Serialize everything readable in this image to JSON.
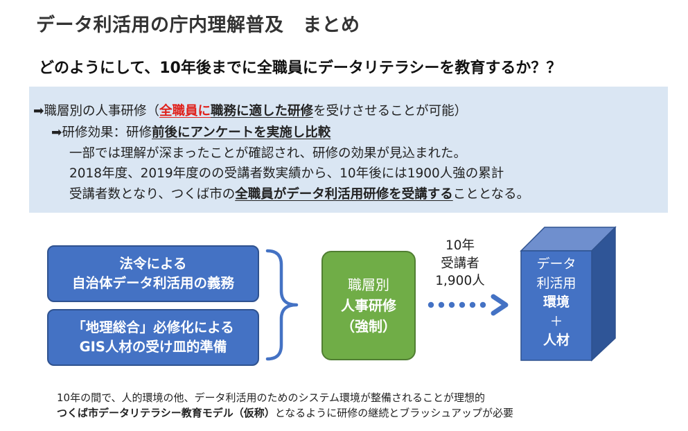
{
  "title": "データ利活用の庁内理解普及　まとめ",
  "question": "どのようにして、10年後までに全職員にデータリテラシーを教育するか？？",
  "panel": {
    "line1": {
      "arrow": "➡",
      "a": "職層別の人事研修（",
      "b": "全職員に",
      "c": "職務に適した研修",
      "d": "を受けさせることが可能）"
    },
    "line2": {
      "arrow": "➡",
      "a": "研修効果：研修",
      "b": "前後にアンケートを実施し比較"
    },
    "line3": "一部では理解が深まったことが確認され、研修の効果が見込まれた。",
    "line4": "2018年度、2019年度のの受講者数実績から、10年後には1900人強の累計",
    "line5": {
      "a": "受講者数となり、つくば市の",
      "b": "全職員がデータ利活用研修を受講する",
      "c": "こととなる。"
    }
  },
  "diagram": {
    "box1": {
      "line1": "法令による",
      "line2": "自治体データ利活用の義務"
    },
    "box2": {
      "line1": "「地理総合」必修化による",
      "line2": "GIS人材の受け皿的準備"
    },
    "center": {
      "line1": "職層別",
      "line2": "人事研修",
      "line3": "（強制）"
    },
    "arrow_label": {
      "line1": "10年",
      "line2": "受講者",
      "line3": "1,900人"
    },
    "cube": {
      "line1": "データ",
      "line2": "利活用",
      "line3": "環境",
      "line4": "＋",
      "line5": "人材"
    },
    "colors": {
      "blue": "#4472c4",
      "green": "#70ad47",
      "bracket": "#4472c4"
    }
  },
  "bottom": {
    "line1": "10年の間で、人的環境の他、データ利活用のためのシステム環境が整備されることが理想的",
    "line2_bold": "つくば市データリテラシー教育モデル（仮称）",
    "line2_rest": "となるように研修の継続とブラッシュアップが必要"
  }
}
